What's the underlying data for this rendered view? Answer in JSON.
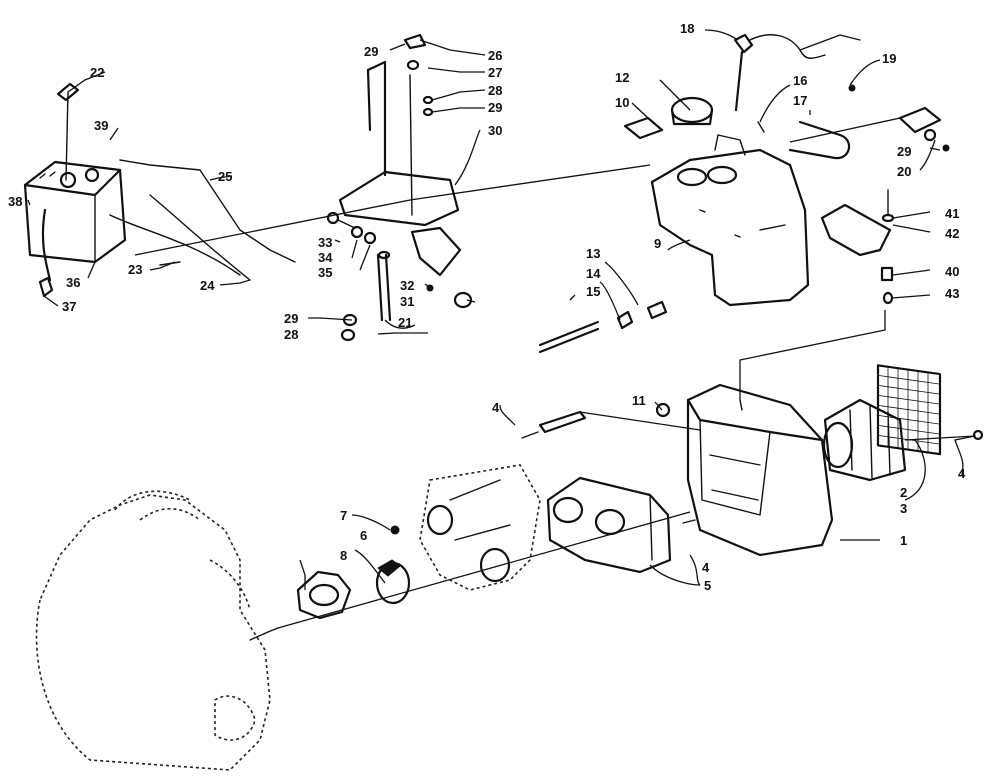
{
  "callouts": {
    "c1": "1",
    "c2": "2",
    "c3": "3",
    "c4a": "4",
    "c4b": "4",
    "c4c": "4",
    "c5": "5",
    "c6": "6",
    "c7": "7",
    "c8": "8",
    "c9": "9",
    "c10": "10",
    "c11": "11",
    "c12": "12",
    "c13": "13",
    "c14": "14",
    "c15": "15",
    "c16": "16",
    "c17": "17",
    "c18": "18",
    "c19": "19",
    "c20": "20",
    "c21": "21",
    "c22": "22",
    "c23": "23",
    "c24": "24",
    "c25": "25",
    "c26": "26",
    "c27": "27",
    "c28a": "28",
    "c28b": "28",
    "c29a": "29",
    "c29b": "29",
    "c29c": "29",
    "c29d": "29",
    "c30": "30",
    "c31": "31",
    "c32": "32",
    "c33": "33",
    "c34": "34",
    "c35": "35",
    "c36": "36",
    "c37": "37",
    "c38": "38",
    "c39": "39",
    "c40": "40",
    "c41": "41",
    "c42": "42",
    "c43": "43"
  },
  "colors": {
    "ink": "#111111",
    "paper": "#ffffff"
  }
}
